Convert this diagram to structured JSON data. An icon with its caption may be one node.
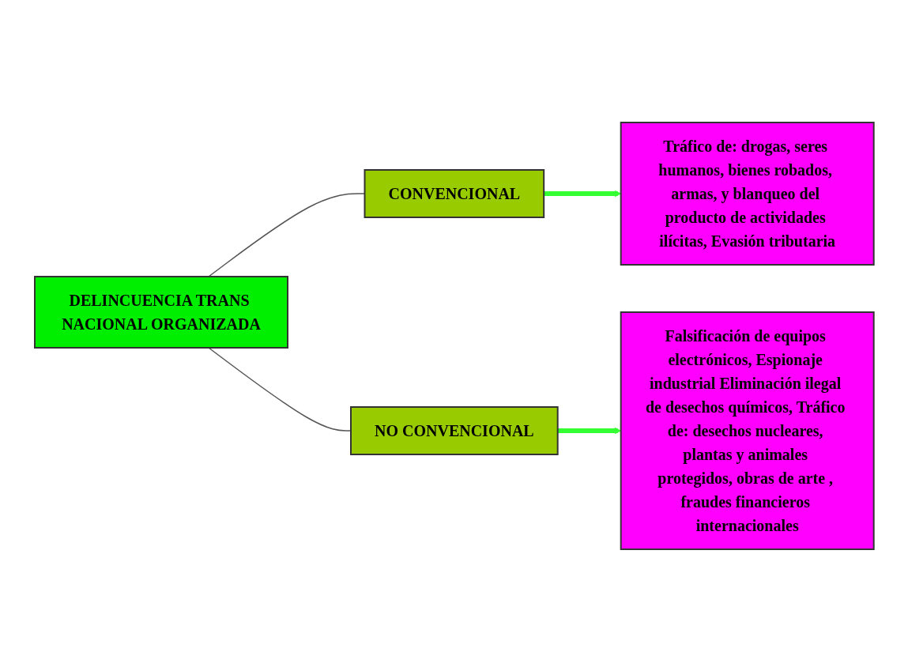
{
  "diagram": {
    "nodes": [
      {
        "text": [
          "DELINCUENCIA TRANS NACIONAL ORGANIZADA"
        ]
      },
      {
        "text": [
          "CONVENCIONAL"
        ]
      },
      {
        "text": [
          "Tráfico de: drogas, seres humanos, bienes robados, armas, y blanqueo del producto de actividades ilícitas, Evasión tributaria"
        ]
      },
      {
        "text": [
          "NO CONVENCIONAL"
        ]
      },
      {
        "text": [
          "Falsificación de equipos electrónicos, Espionaje industrial Eliminación ilegal de desechos químicos, Tráfico de: desechos nucleares, plantas y animales protegidos, obras de arte , fraudes financieros internacionales"
        ]
      }
    ],
    "edges": [
      {
        "from": 0,
        "to": 1,
        "arrow": "none"
      },
      {
        "from": 0,
        "to": 3,
        "arrow": "none"
      },
      {
        "from": 1,
        "to": 2,
        "arrow": "to",
        "style": "thick",
        "color": "#33ff33"
      },
      {
        "from": 3,
        "to": 4,
        "arrow": "to",
        "style": "thick",
        "color": "#33ff33"
      }
    ]
  }
}
